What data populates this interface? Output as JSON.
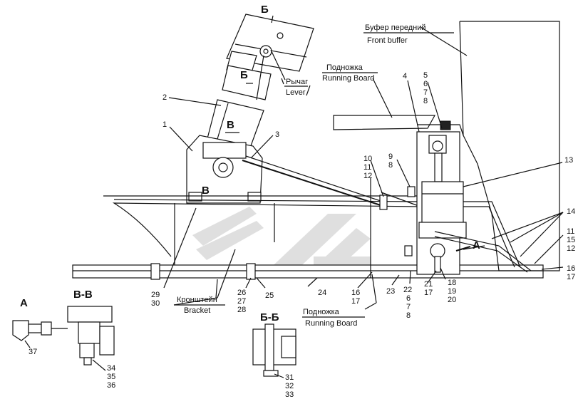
{
  "labels": {
    "front_buffer_ru": "Буфер передний",
    "front_buffer_en": "Front buffer",
    "running_board_ru_top": "Подножка",
    "running_board_en_top": "Running Board",
    "lever_ru": "Рычаг",
    "lever_en": "Lever",
    "bracket_ru": "Кронштейн",
    "bracket_en": "Bracket",
    "running_board_ru_bottom": "Подножка",
    "running_board_en_bottom": "Running Board"
  },
  "sections": {
    "b_top": "Б",
    "b_lever": "Б",
    "v_arrow": "В",
    "v_left": "В",
    "a_arrow": "А",
    "a_view": "А",
    "vv_view": "В-В",
    "bb_view": "Б-Б"
  },
  "callouts": {
    "n1": "1",
    "n2": "2",
    "n3": "3",
    "n4": "4",
    "n5": "5",
    "n6": "6",
    "n7": "7",
    "n8": "8",
    "n9": "9",
    "n8b": "8",
    "n10": "10",
    "n11": "11",
    "n12": "12",
    "n13": "13",
    "n14": "14",
    "n11r": "11",
    "n15r": "15",
    "n12r": "12",
    "n16r": "16",
    "n17r": "17",
    "n29": "29",
    "n30": "30",
    "n26": "26",
    "n27": "27",
    "n28": "28",
    "n25": "25",
    "n24": "24",
    "n16": "16",
    "n17": "17",
    "n23": "23",
    "n22": "22",
    "n6b": "6",
    "n7b": "7",
    "n8c": "8",
    "n21": "21",
    "n17b": "17",
    "n18": "18",
    "n19": "19",
    "n20": "20",
    "n37": "37",
    "n34": "34",
    "n35": "35",
    "n36": "36",
    "n31": "31",
    "n32": "32",
    "n33": "33"
  }
}
